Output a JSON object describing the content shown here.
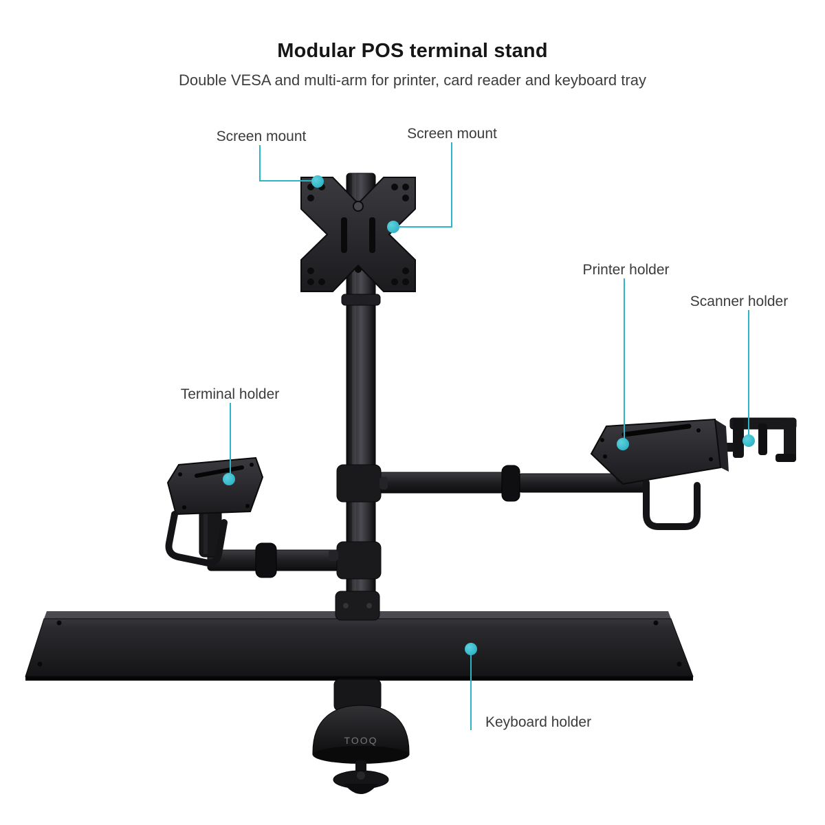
{
  "header": {
    "title": "Modular POS terminal stand",
    "subtitle": "Double VESA and multi-arm for printer, card reader and keyboard tray"
  },
  "callouts": {
    "screen_mount_left": "Screen mount",
    "screen_mount_right": "Screen mount",
    "printer_holder": "Printer holder",
    "scanner_holder": "Scanner holder",
    "terminal_holder": "Terminal holder",
    "keyboard_holder": "Keyboard holder"
  },
  "product": {
    "brand": "TOOQ"
  },
  "colors": {
    "accent": "#2ab5c8",
    "label_text": "#3b3b3b",
    "product_black": "#1a1a1c"
  }
}
